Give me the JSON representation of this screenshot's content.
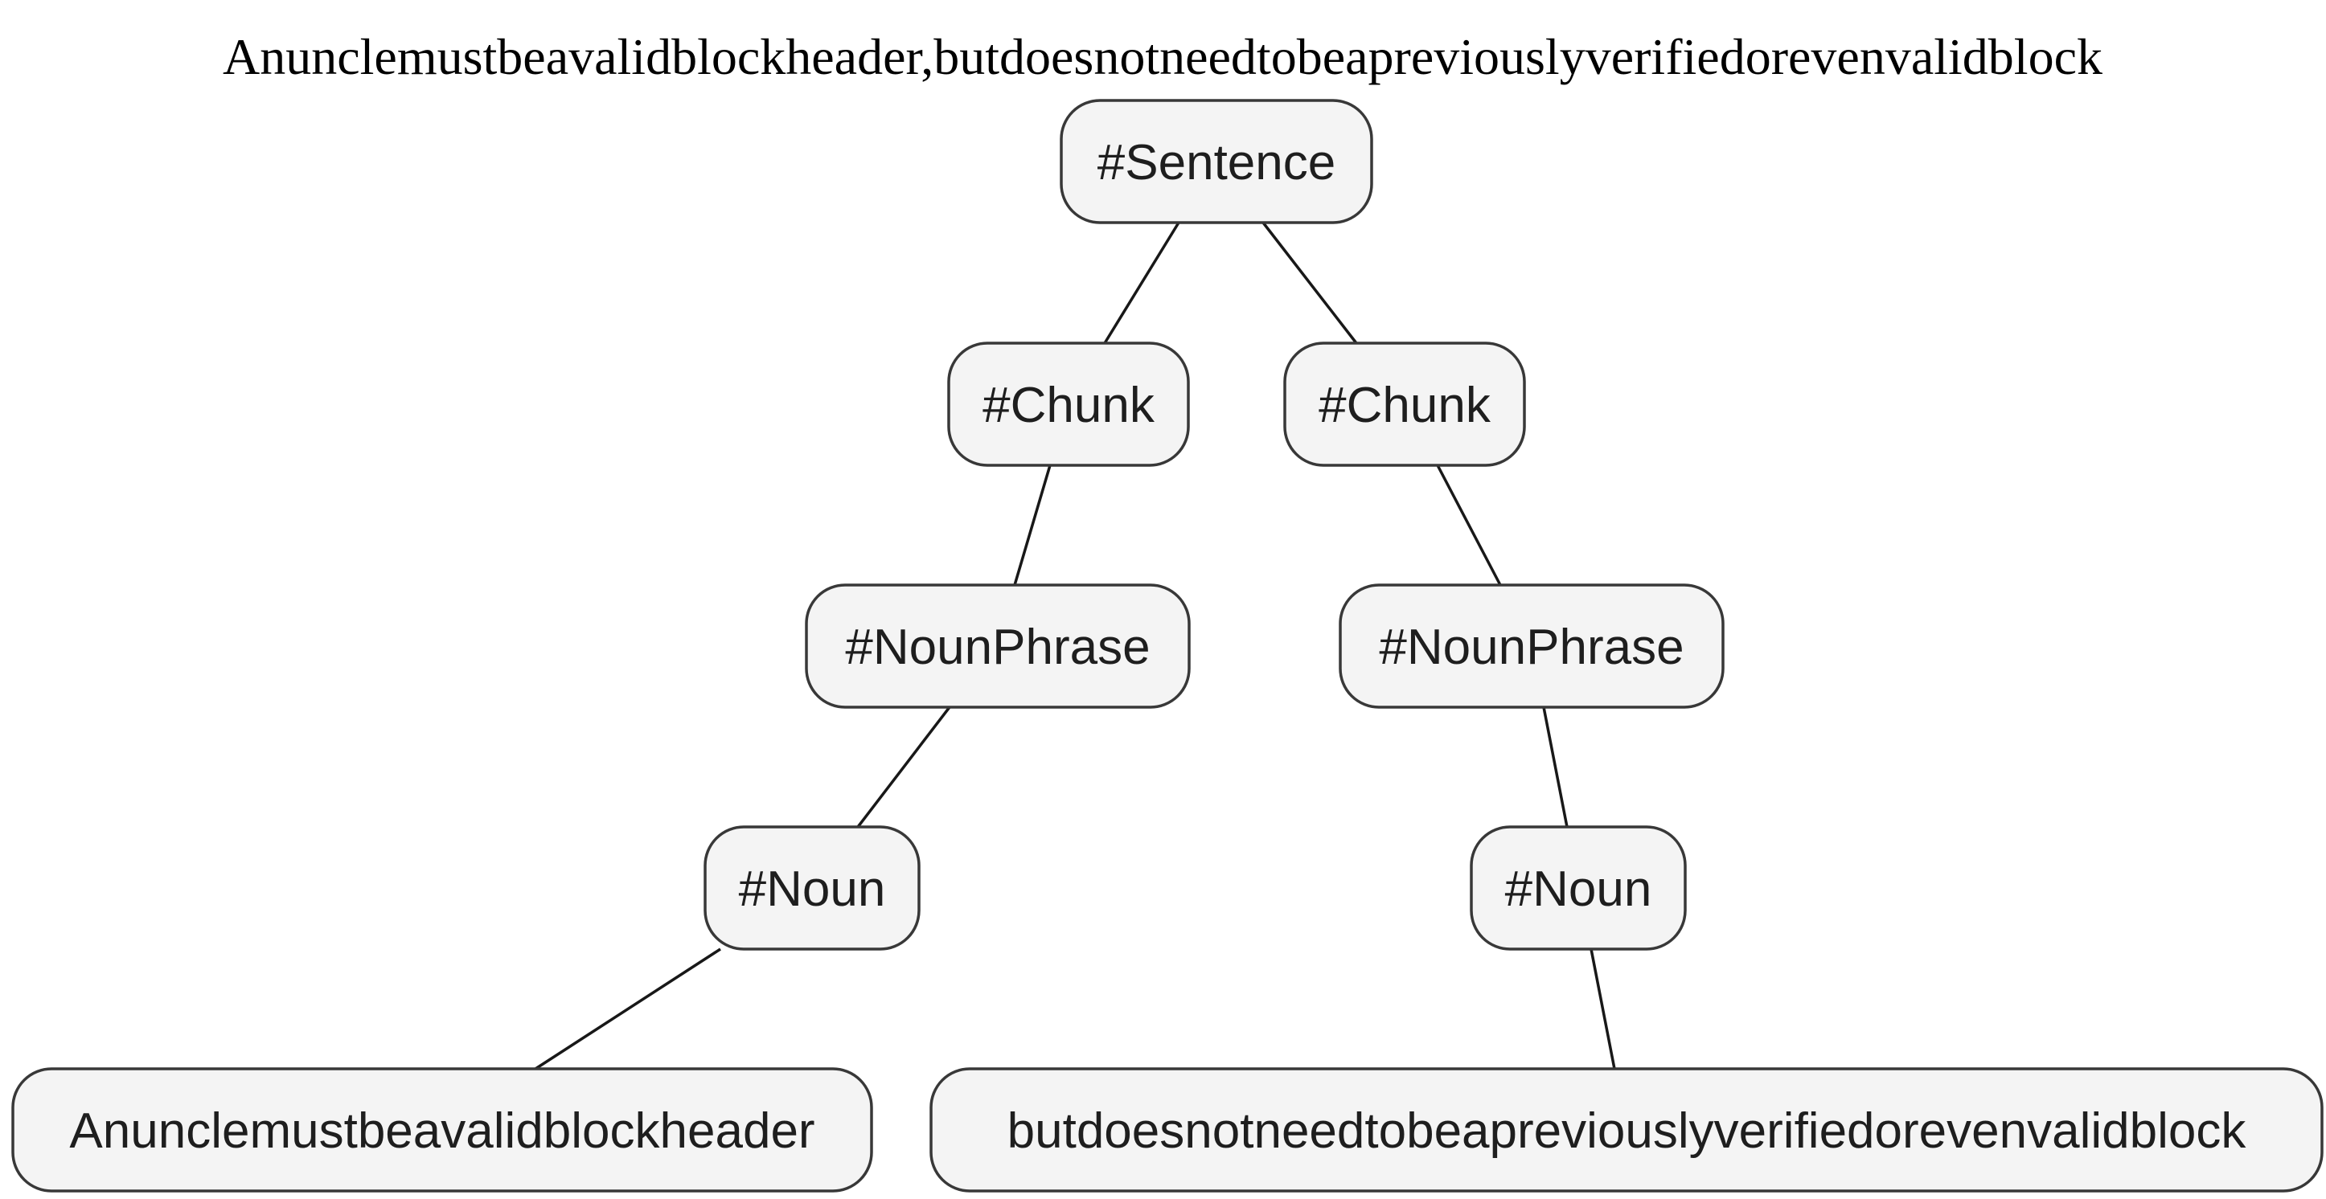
{
  "title": "Anunclemustbeavalidblockheader,butdoesnotneedtobeapreviouslyverifiedorevenvalidblock",
  "tree": {
    "nodes": [
      {
        "id": "sentence",
        "label": "#Sentence",
        "name": "node-sentence"
      },
      {
        "id": "chunk1",
        "label": "#Chunk",
        "name": "node-chunk-left"
      },
      {
        "id": "chunk2",
        "label": "#Chunk",
        "name": "node-chunk-right"
      },
      {
        "id": "np1",
        "label": "#NounPhrase",
        "name": "node-nounphrase-left"
      },
      {
        "id": "np2",
        "label": "#NounPhrase",
        "name": "node-nounphrase-right"
      },
      {
        "id": "noun1",
        "label": "#Noun",
        "name": "node-noun-left"
      },
      {
        "id": "noun2",
        "label": "#Noun",
        "name": "node-noun-right"
      },
      {
        "id": "leaf1",
        "label": "Anunclemustbeavalidblockheader",
        "name": "leaf-left"
      },
      {
        "id": "leaf2",
        "label": "butdoesnotneedtobeapreviouslyverifiedorevenvalidblock",
        "name": "leaf-right"
      }
    ],
    "edges": [
      {
        "from": "sentence",
        "to": "chunk1"
      },
      {
        "from": "sentence",
        "to": "chunk2"
      },
      {
        "from": "chunk1",
        "to": "np1"
      },
      {
        "from": "chunk2",
        "to": "np2"
      },
      {
        "from": "np1",
        "to": "noun1"
      },
      {
        "from": "np2",
        "to": "noun2"
      },
      {
        "from": "noun1",
        "to": "leaf1"
      },
      {
        "from": "noun2",
        "to": "leaf2"
      }
    ]
  }
}
